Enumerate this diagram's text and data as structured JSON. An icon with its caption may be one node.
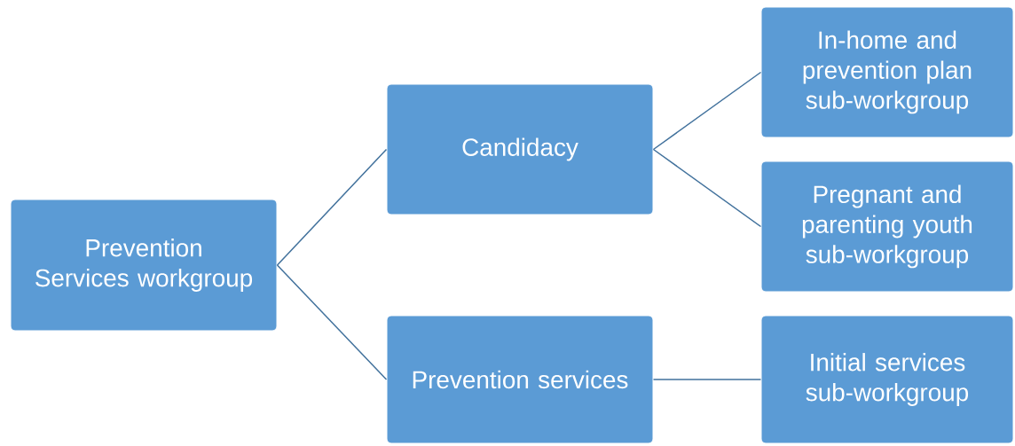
{
  "diagram": {
    "nodes": [
      {
        "text": [
          "Prevention Services workgroup"
        ]
      },
      {
        "text": [
          "Candidacy"
        ]
      },
      {
        "text": [
          "Prevention services"
        ]
      },
      {
        "text": [
          "In-home and prevention plan sub-workgroup"
        ]
      },
      {
        "text": [
          "Pregnant and parenting youth sub-workgroup"
        ]
      },
      {
        "text": [
          "Initial services sub-workgroup"
        ]
      }
    ],
    "edges": [
      {
        "from": 0,
        "to": 1,
        "arrow": "none"
      },
      {
        "from": 0,
        "to": 2,
        "arrow": "none"
      },
      {
        "from": 1,
        "to": 3,
        "arrow": "none"
      },
      {
        "from": 1,
        "to": 4,
        "arrow": "none"
      },
      {
        "from": 2,
        "to": 5,
        "arrow": "none"
      }
    ]
  }
}
